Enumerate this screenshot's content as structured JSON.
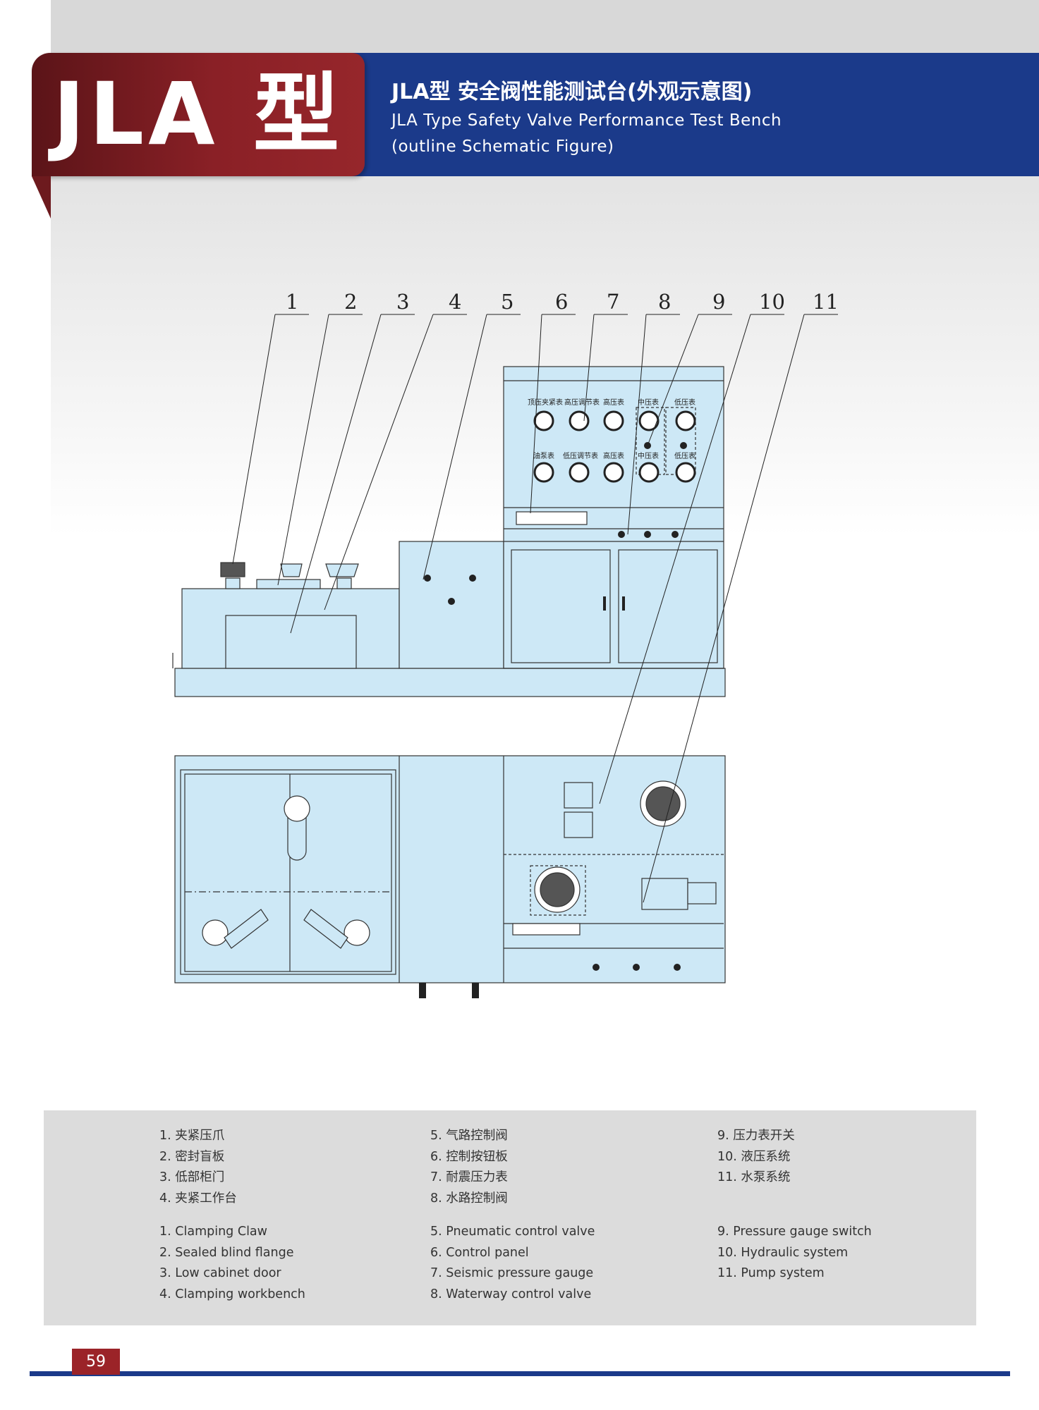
{
  "header": {
    "model": "JLA 型",
    "title_cn": "JLA型 安全阀性能测试台(外观示意图)",
    "title_en_line1": "JLA Type Safety Valve Performance Test Bench",
    "title_en_line2": "(outline Schematic Figure)"
  },
  "diagram": {
    "callouts": [
      "1",
      "2",
      "3",
      "4",
      "5",
      "6",
      "7",
      "8",
      "9",
      "10",
      "11"
    ],
    "gauge_labels_top": [
      "顶压夹紧表",
      "高压调节表",
      "高压表",
      "中压表",
      "低压表"
    ],
    "gauge_labels_bottom": [
      "油泵表",
      "低压调节表",
      "高压表",
      "中压表",
      "低压表"
    ]
  },
  "legend": {
    "cn_col1": [
      "1. 夹紧压爪",
      "2. 密封盲板",
      "3. 低部柜门",
      "4. 夹紧工作台"
    ],
    "cn_col2": [
      "5. 气路控制阀",
      "6. 控制按钮板",
      "7. 耐震压力表",
      "8. 水路控制阀"
    ],
    "cn_col3": [
      "9. 压力表开关",
      "10. 液压系统",
      "11. 水泵系统"
    ],
    "en_col1": [
      "1. Clamping Claw",
      "2. Sealed blind flange",
      "3. Low cabinet door",
      "4. Clamping workbench"
    ],
    "en_col2": [
      "5. Pneumatic control valve",
      "6. Control panel",
      "7. Seismic pressure gauge",
      "8. Waterway control valve"
    ],
    "en_col3": [
      "9. Pressure gauge switch",
      "10. Hydraulic system",
      "11. Pump system"
    ]
  },
  "footer": {
    "page_number": "59"
  },
  "colors": {
    "navy": "#1b3a8a",
    "maroon": "#8a2026",
    "machine_fill": "#cde8f6"
  }
}
